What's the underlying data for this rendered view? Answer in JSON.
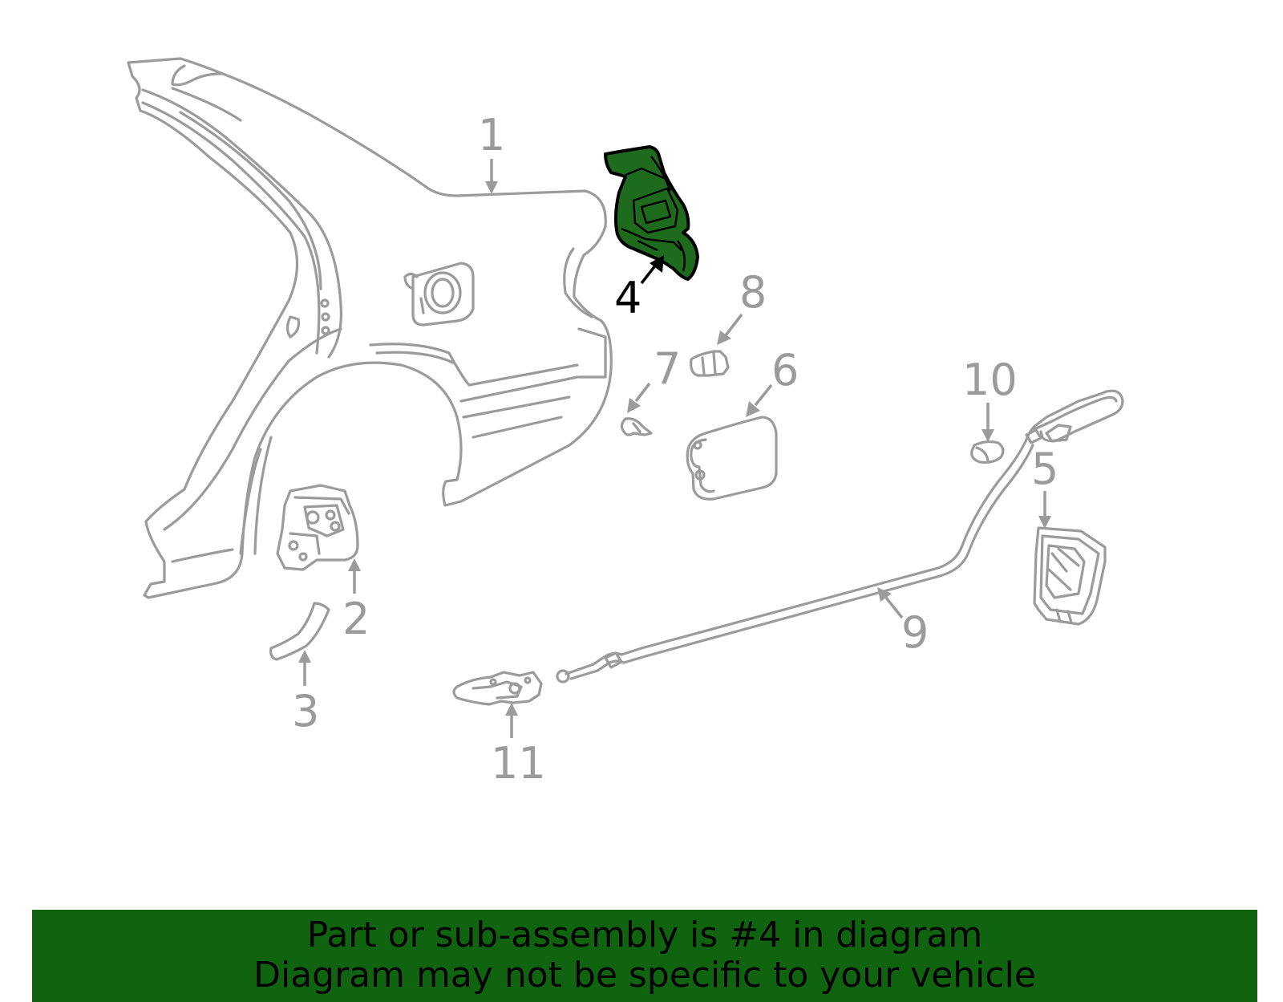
{
  "callouts": {
    "c1": "1",
    "c2": "2",
    "c3": "3",
    "c4": "4",
    "c5": "5",
    "c6": "6",
    "c7": "7",
    "c8": "8",
    "c9": "9",
    "c10": "10",
    "c11": "11"
  },
  "highlighted_part": "4",
  "colors": {
    "highlight_fill": "#1e6b1e",
    "banner_background": "#106410",
    "line_gray": "#9b9b9b"
  },
  "banner": {
    "line1": "Part or sub-assembly is #4 in diagram",
    "line2": "Diagram may not be specific to your vehicle"
  }
}
